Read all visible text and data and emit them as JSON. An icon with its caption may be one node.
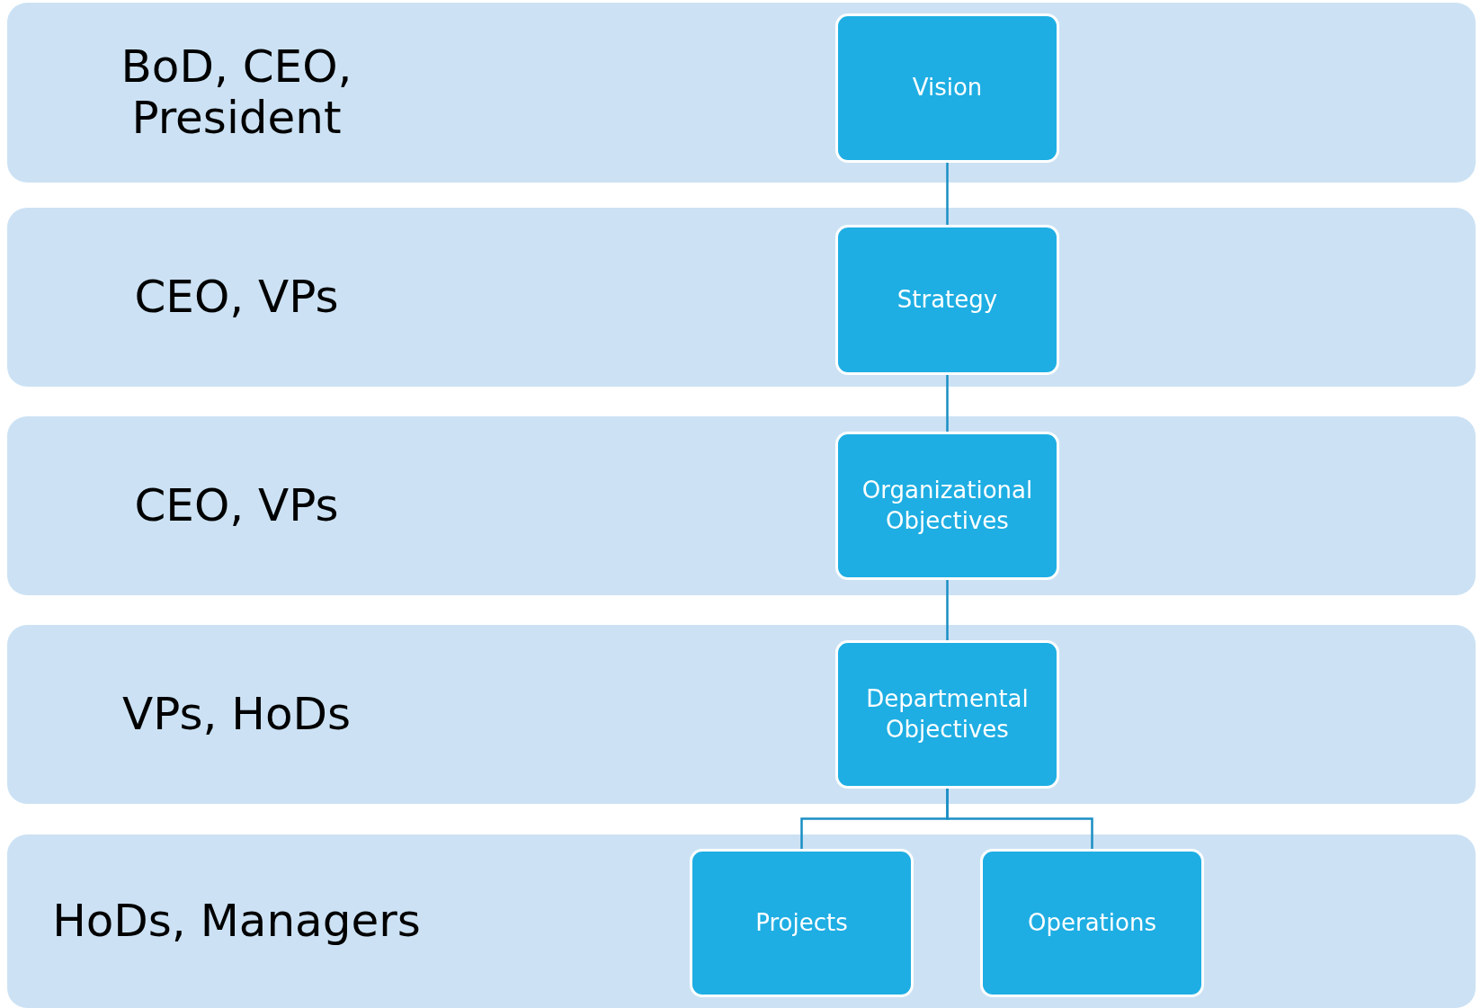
{
  "diagram": {
    "nodes": [
      {
        "text": [
          "BoD, CEO, President"
        ]
      },
      {
        "text": [
          "Vision"
        ],
        "in": 0
      },
      {
        "text": [
          "CEO, VPs"
        ]
      },
      {
        "text": [
          "Strategy"
        ],
        "in": 2
      },
      {
        "text": [
          "CEO, VPs"
        ]
      },
      {
        "text": [
          "Organizational Objectives"
        ],
        "in": 4
      },
      {
        "text": [
          "VPs, HoDs"
        ]
      },
      {
        "text": [
          "Departmental Objectives"
        ],
        "in": 6
      },
      {
        "text": [
          "HoDs, Managers"
        ]
      },
      {
        "text": [
          "Projects"
        ],
        "in": 8
      },
      {
        "text": [
          "Operations"
        ],
        "in": 8
      }
    ],
    "edges": [
      {
        "from": 1,
        "to": 3,
        "arrow": "none"
      },
      {
        "from": 3,
        "to": 5,
        "arrow": "none"
      },
      {
        "from": 5,
        "to": 7,
        "arrow": "none"
      },
      {
        "from": 7,
        "to": 9,
        "arrow": "none"
      },
      {
        "from": 7,
        "to": 10,
        "arrow": "none"
      }
    ]
  }
}
